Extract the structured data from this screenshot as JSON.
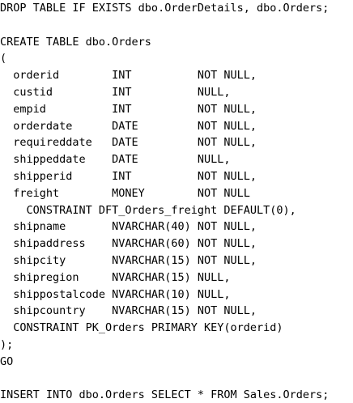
{
  "code_lines": [
    "DROP TABLE IF EXISTS dbo.OrderDetails, dbo.Orders;",
    "",
    "CREATE TABLE dbo.Orders",
    "(",
    "  orderid        INT          NOT NULL,",
    "  custid         INT          NULL,",
    "  empid          INT          NOT NULL,",
    "  orderdate      DATE         NOT NULL,",
    "  requireddate   DATE         NOT NULL,",
    "  shippeddate    DATE         NULL,",
    "  shipperid      INT          NOT NULL,",
    "  freight        MONEY        NOT NULL",
    "    CONSTRAINT DFT_Orders_freight DEFAULT(0),",
    "  shipname       NVARCHAR(40) NOT NULL,",
    "  shipaddress    NVARCHAR(60) NOT NULL,",
    "  shipcity       NVARCHAR(15) NOT NULL,",
    "  shipregion     NVARCHAR(15) NULL,",
    "  shippostalcode NVARCHAR(10) NULL,",
    "  shipcountry    NVARCHAR(15) NOT NULL,",
    "  CONSTRAINT PK_Orders PRIMARY KEY(orderid)",
    ");",
    "GO",
    "",
    "INSERT INTO dbo.Orders SELECT * FROM Sales.Orders;"
  ]
}
